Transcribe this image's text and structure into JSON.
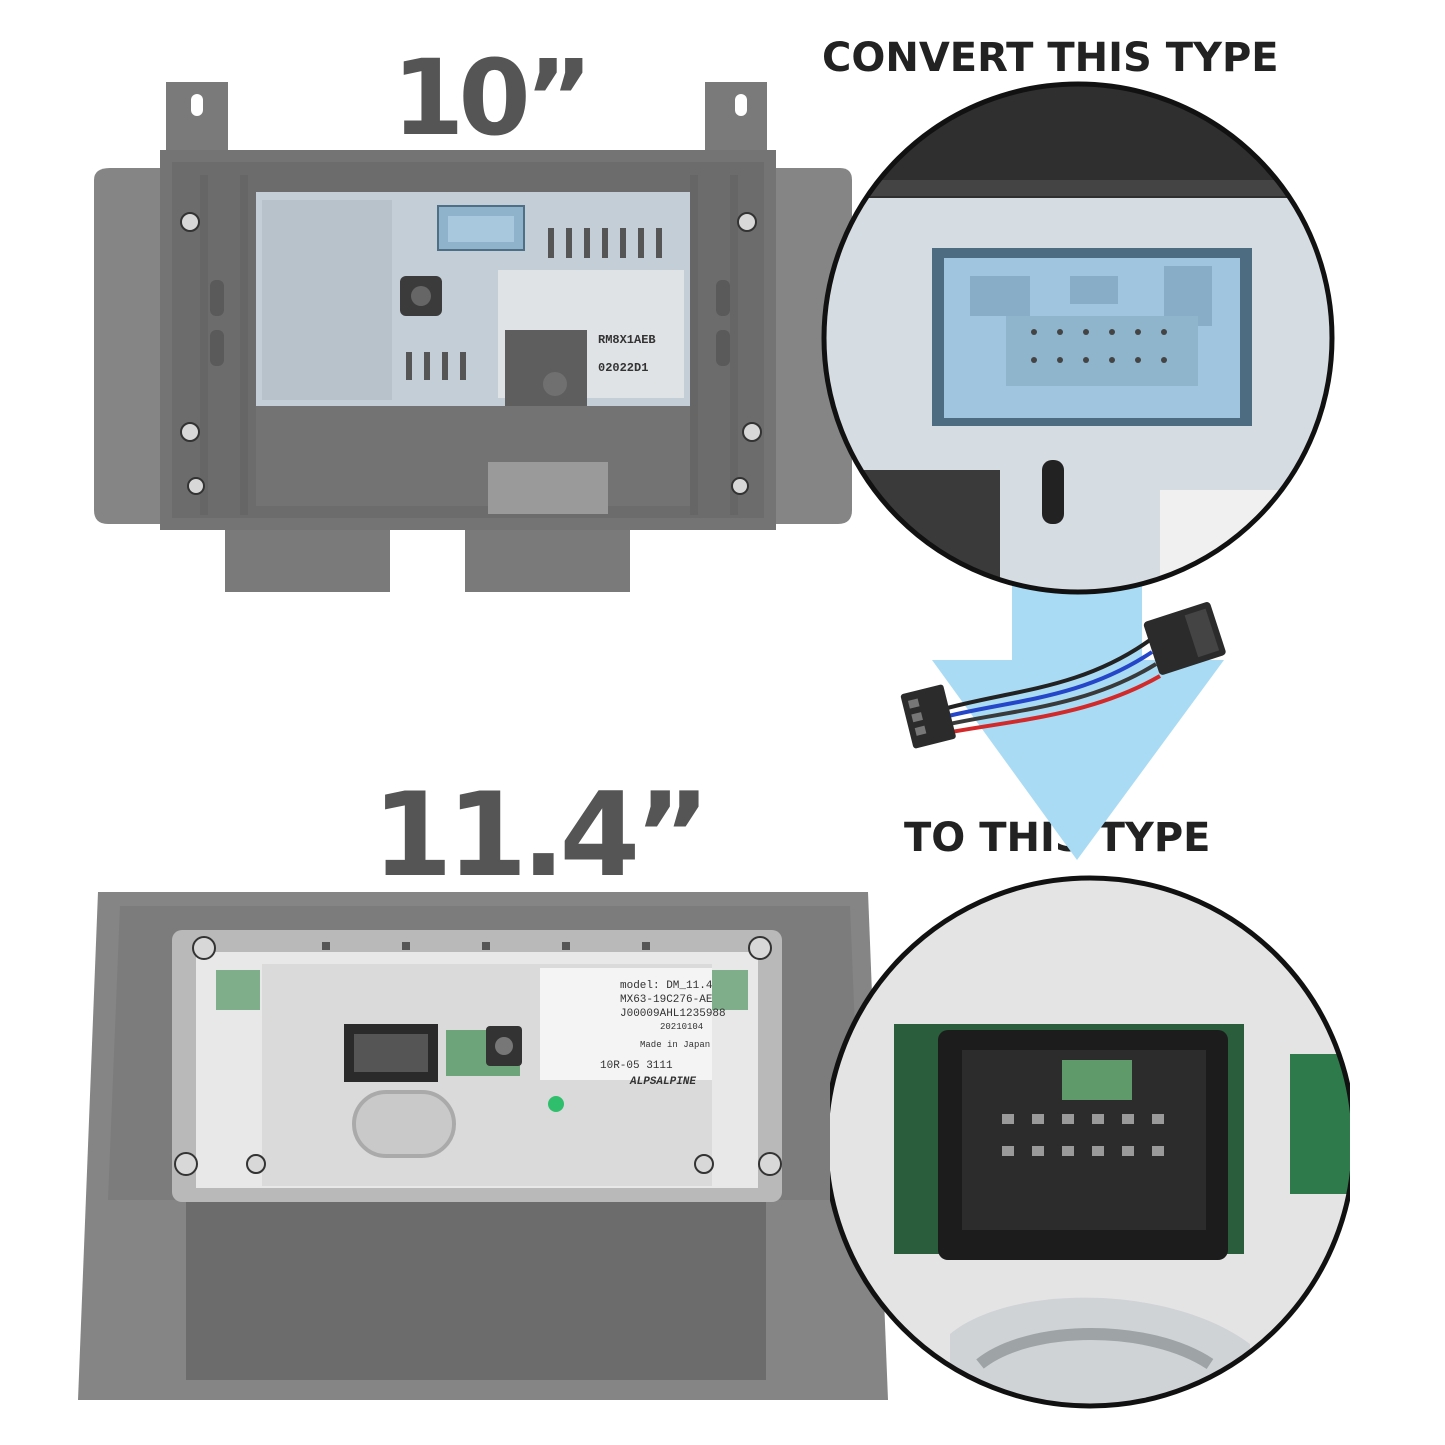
{
  "labels": {
    "size_top": "10”",
    "size_bottom": "11.4”",
    "convert_heading": "CONVERT THIS TYPE",
    "to_heading": "TO THIS TYPE"
  },
  "unit_10in": {
    "stamp_partno": "RM8X1AEB",
    "stamp_date": "02022D1"
  },
  "unit_11in": {
    "model_line": "model: DM_11.4",
    "part_line": "MX63-19C276-AE",
    "serial_line": "J00009AHL1235988",
    "date_line": "20210104",
    "made_line": "Made in Japan",
    "code_line": "10R-05 3111",
    "brand": "ALPSALPINE"
  },
  "colors": {
    "arrow": "#a9dcf4",
    "connector_blue": "#9fc6de",
    "housing_grey": "#7d7d7d",
    "label_grey": "#555555",
    "heading_dark": "#222222"
  }
}
